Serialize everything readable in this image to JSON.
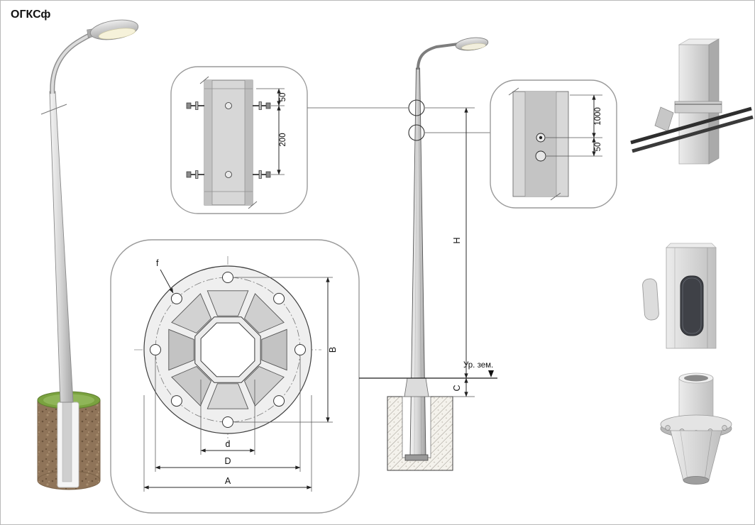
{
  "title": "ОГКСф",
  "detail_top": {
    "dim_top": "50",
    "dim_bottom": "200"
  },
  "detail_right": {
    "dim_top": "1000",
    "dim_bottom": "50"
  },
  "flange_plan": {
    "hole_label": "f",
    "dim_vertical": "B",
    "dim_inner": "d",
    "dim_middle": "D",
    "dim_outer": "A"
  },
  "elevation": {
    "dim_height": "H",
    "dim_embed": "C",
    "ground_label": "Ур. зем."
  },
  "colors": {
    "steel_light": "#e9e9e9",
    "steel_dark": "#a8a8a8",
    "soil": "#8f7459",
    "grass": "#7aa23f",
    "line": "#2a2a2a"
  }
}
